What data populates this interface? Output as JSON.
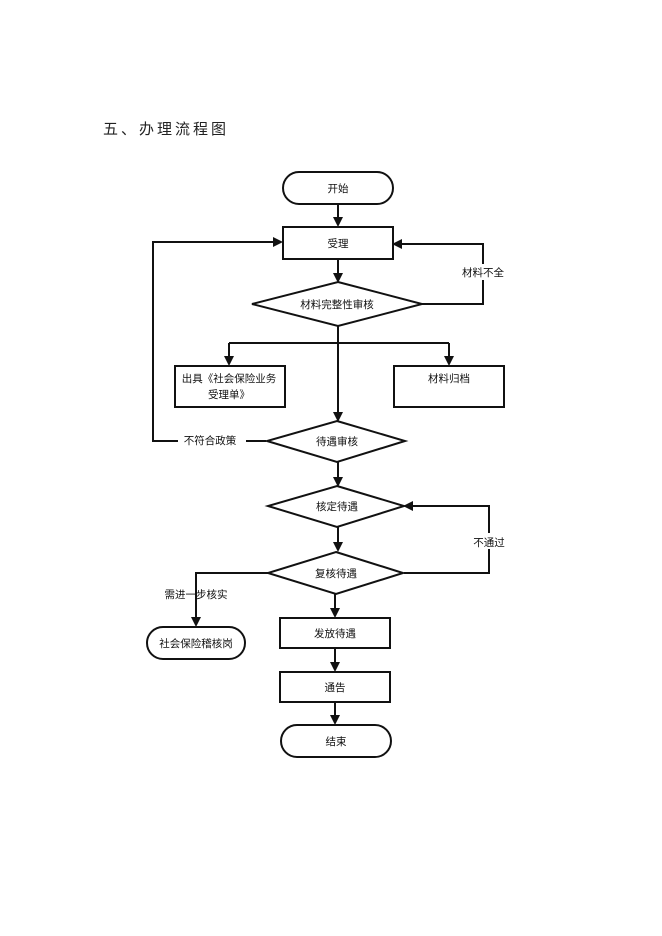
{
  "page": {
    "title": "五、办理流程图"
  },
  "flowchart": {
    "nodes": {
      "start": "开始",
      "accept": "受理",
      "material_check": "材料完整性审核",
      "issue_form_line1": "出具《社会保险业务",
      "issue_form_line2": "受理单》",
      "archive": "材料归档",
      "benefit_review": "待遇审核",
      "determine": "核定待遇",
      "recheck": "复核待遇",
      "audit_post": "社会保险稽核岗",
      "pay": "发放待遇",
      "notify": "通告",
      "end": "结束"
    },
    "edge_labels": {
      "incomplete": "材料不全",
      "not_eligible": "不符合政策",
      "not_passed": "不通过",
      "further_verify": "需进一步核实"
    }
  }
}
